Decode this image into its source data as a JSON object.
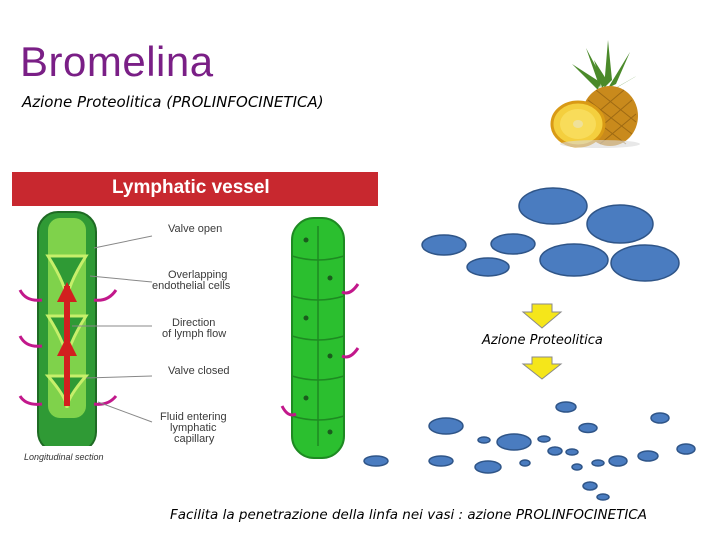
{
  "slide": {
    "title": "Bromelina",
    "subtitle": "Azione Proteolitica (PROLINFOCINETICA)",
    "action_label": "Azione Proteolitica",
    "footer": "Facilita la penetrazione della linfa nei vasi : azione PROLINFOCINETICA"
  },
  "diagram": {
    "banner": "Lymphatic vessel",
    "labels": {
      "valve_open": "Valve open",
      "overlapping_1": "Overlapping",
      "overlapping_2": "endothelial cells",
      "direction_1": "Direction",
      "direction_2": "of lymph flow",
      "valve_closed": "Valve closed",
      "fluid_1": "Fluid entering",
      "fluid_2": "lymphatic",
      "fluid_3": "capillary",
      "section": "Longitudinal section"
    }
  },
  "colors": {
    "title": "#7a1f86",
    "banner": "#c8282f",
    "vessel_green": "#2fa832",
    "cell_blue": "#4a7cc0",
    "arrow_yellow": "#f5e61a"
  },
  "icons": {
    "pineapple": "pineapple-icon",
    "arrow": "arrow-down-icon"
  }
}
